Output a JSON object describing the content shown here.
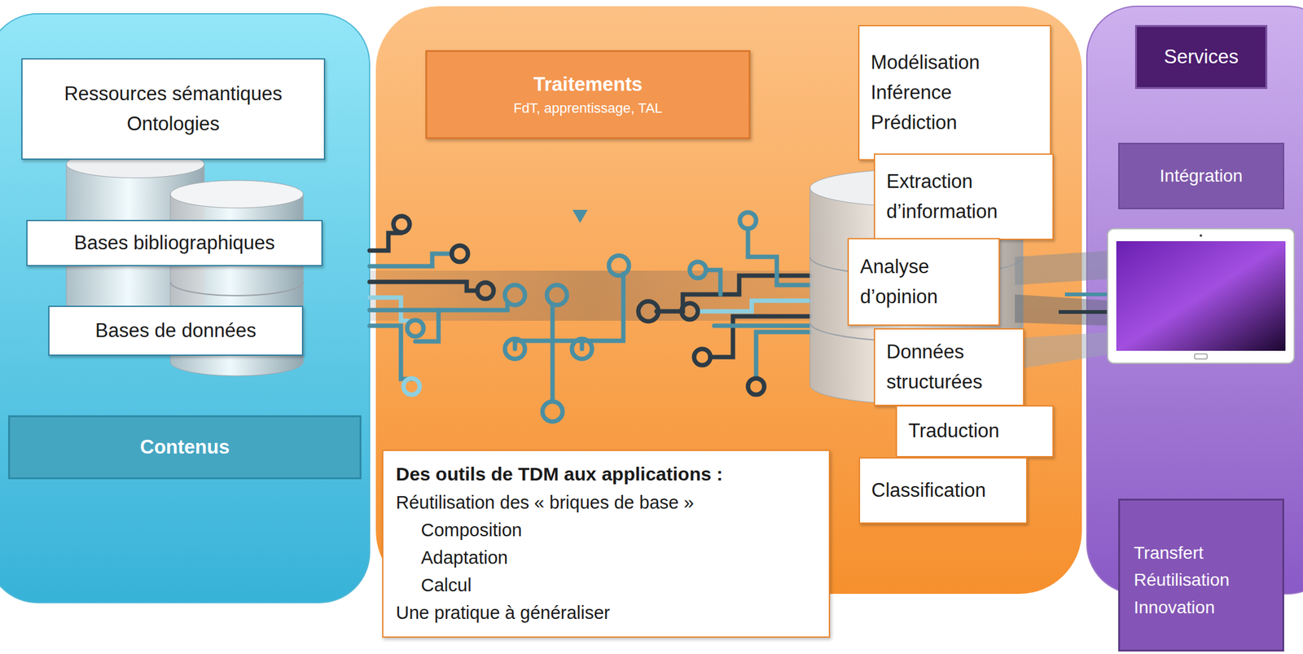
{
  "diagram": {
    "nodes": [
      {
        "text": [
          "Contenus"
        ]
      },
      {
        "text": [
          "Ressources sémantiques Ontologies"
        ],
        "in": 0
      },
      {
        "text": [
          "Bases bibliographiques"
        ],
        "in": 0
      },
      {
        "text": [
          "Bases de données"
        ],
        "in": 0
      },
      {
        "text": [
          "Traitements",
          "FdT, apprentissage, TAL"
        ]
      },
      {
        "text": [
          "Modélisation Inférence Prédiction"
        ],
        "in": 4
      },
      {
        "text": [
          "Extraction d’information"
        ],
        "in": 4
      },
      {
        "text": [
          "Analyse d’opinion"
        ],
        "in": 4
      },
      {
        "text": [
          "Données structurées"
        ],
        "in": 4
      },
      {
        "text": [
          "Traduction"
        ],
        "in": 4
      },
      {
        "text": [
          "Classification"
        ],
        "in": 4
      },
      {
        "text": [
          "Des outils de TDM aux applications :",
          "Réutilisation des « briques de base »",
          "Composition",
          "Adaptation",
          "Calcul",
          "Une pratique à généraliser"
        ],
        "in": 4
      },
      {
        "text": [
          "Services"
        ]
      },
      {
        "text": [
          "Intégration"
        ],
        "in": 12
      },
      {
        "text": [
          "Transfert Réutilisation Innovation"
        ],
        "in": 12
      }
    ]
  }
}
